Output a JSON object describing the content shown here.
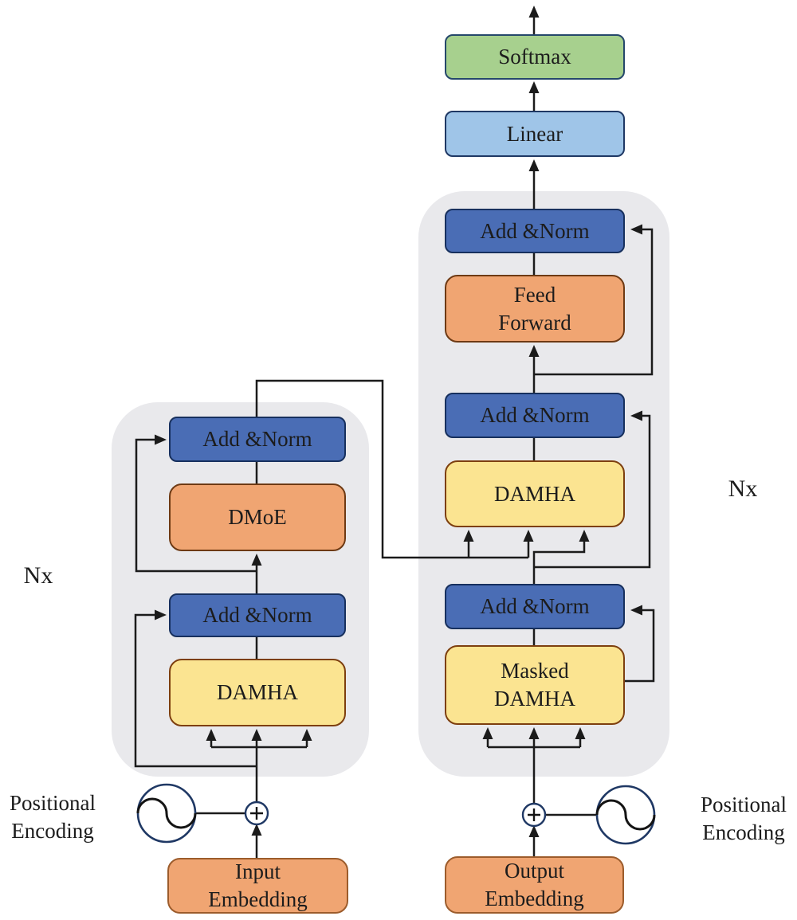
{
  "boxes": {
    "softmax": "Softmax",
    "linear": "Linear",
    "dec_addnorm_top": "Add &Norm",
    "feed_forward": "Feed\nForward",
    "dec_addnorm_mid": "Add &Norm",
    "dec_damha": "DAMHA",
    "dec_addnorm_bot": "Add &Norm",
    "masked_damha": "Masked\nDAMHA",
    "output_embedding": "Output\nEmbedding",
    "enc_addnorm_top": "Add &Norm",
    "dmoe": "DMoE",
    "enc_addnorm_bot": "Add &Norm",
    "enc_damha": "DAMHA",
    "input_embedding": "Input\nEmbedding"
  },
  "labels": {
    "nx_left": "Nx",
    "nx_right": "Nx",
    "positional_encoding_left": "Positional\nEncoding",
    "positional_encoding_right": "Positional\nEncoding"
  },
  "icons": {
    "sine_wave_left": "sine-wave-icon",
    "sine_wave_right": "sine-wave-icon",
    "plus_left": "plus-icon",
    "plus_right": "plus-icon"
  },
  "colors": {
    "addnorm_fill": "#4a6db5",
    "attention_fill": "#fbe491",
    "ffn_fill": "#f0a572",
    "softmax_fill": "#a7d08e",
    "linear_fill": "#9fc5e8",
    "embedding_fill": "#f0a572",
    "panel_fill": "#e9e9ec",
    "line_color": "#1b1b1b",
    "circle_outline": "#1f3864"
  }
}
